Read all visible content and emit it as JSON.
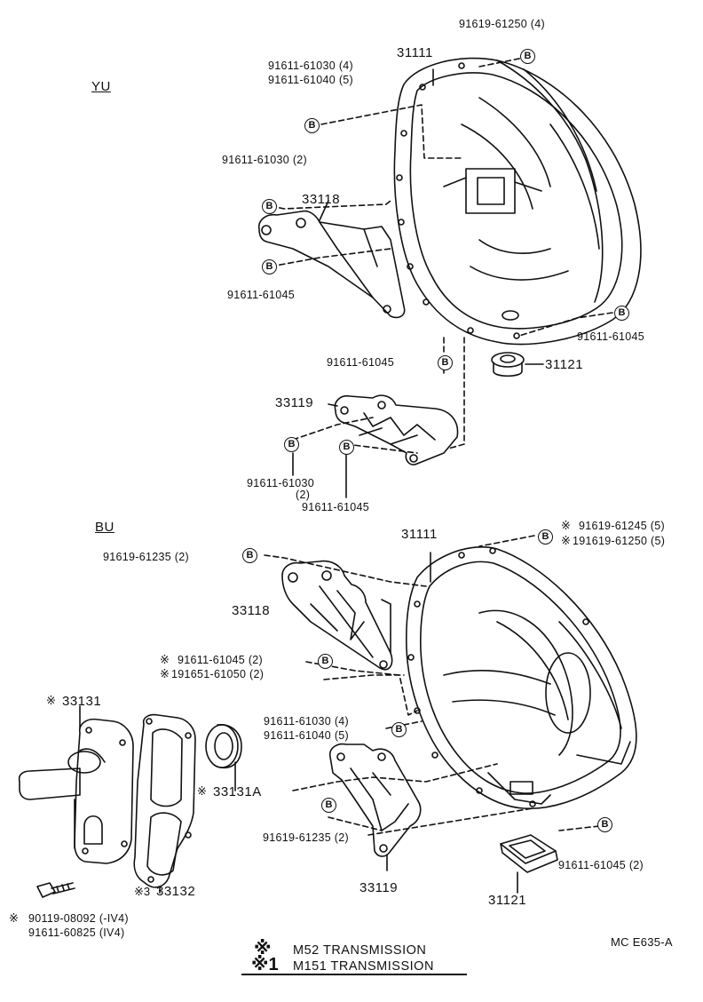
{
  "sections": {
    "yu": "YU",
    "bu": "BU"
  },
  "badge_letter": "B",
  "yu_labels": {
    "p91619_61250_4": "91619-61250 (4)",
    "p31111": "31111",
    "p91611_61030_4": "91611-61030 (4)",
    "p91611_61040_5": "91611-61040 (5)",
    "p91611_61030_2": "91611-61030 (2)",
    "p33118": "33118",
    "p91611_61045_a": "91611-61045",
    "p91611_61045_b": "91611-61045",
    "p91611_61045_c": "91611-61045",
    "p31121": "31121",
    "p33119": "33119",
    "p91611_61030": "91611-61030",
    "p_qty2": "(2)",
    "p91611_61045_d": "91611-61045"
  },
  "bu_labels": {
    "p31111": "31111",
    "p91619_61245_5": "91619-61245 (5)",
    "p191619_61250_5": "191619-61250 (5)",
    "p91619_61235_2_top": "91619-61235 (2)",
    "p33118": "33118",
    "p91611_61045_2": "91611-61045 (2)",
    "p191651_61050_2": "191651-61050 (2)",
    "p33131": "33131",
    "p33131A": "33131A",
    "p91611_61030_4": "91611-61030 (4)",
    "p91611_61040_5": "91611-61040 (5)",
    "p91619_61235_2_bot": "91619-61235 (2)",
    "p33119": "33119",
    "p91611_61045_2b": "91611-61045 (2)",
    "p33132": "33132",
    "p31121": "31121",
    "p90119_08092": "90119-08092 (-IV4)",
    "p91611_60825": "91611-60825 (IV4)"
  },
  "marks": {
    "kome": "※",
    "kome3": "※3",
    "kome1": "※1"
  },
  "legend": {
    "m52": "M52 TRANSMISSION",
    "m151": "M151 TRANSMISSION"
  },
  "figure_code": "MC E635-A"
}
